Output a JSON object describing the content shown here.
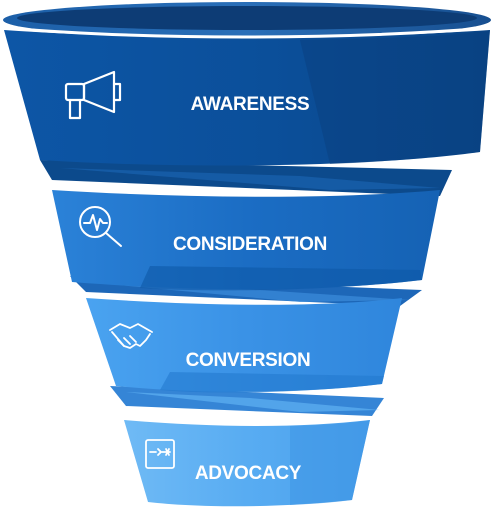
{
  "funnel": {
    "stages": [
      {
        "label": "AWARENESS",
        "icon": "megaphone-icon",
        "color": "#0a4f9c"
      },
      {
        "label": "CONSIDERATION",
        "icon": "magnifier-chart-icon",
        "color": "#1569c7"
      },
      {
        "label": "CONVERSION",
        "icon": "handshake-icon",
        "color": "#2f8fe8"
      },
      {
        "label": "ADVOCACY",
        "icon": "share-card-icon",
        "color": "#4aa6f2"
      }
    ]
  }
}
